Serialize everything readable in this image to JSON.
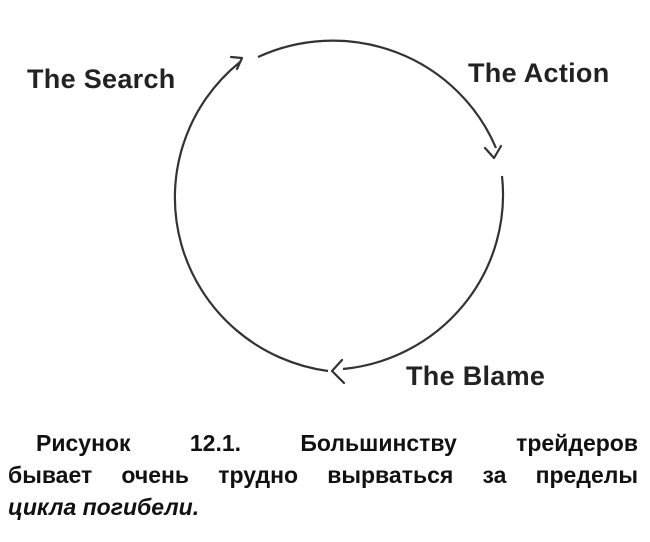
{
  "diagram": {
    "nodes": [
      {
        "id": "search",
        "label": "The Search"
      },
      {
        "id": "action",
        "label": "The Action"
      },
      {
        "id": "blame",
        "label": "The Blame"
      }
    ],
    "edges": [
      {
        "from": "search",
        "to": "action"
      },
      {
        "from": "action",
        "to": "blame"
      },
      {
        "from": "blame",
        "to": "search"
      }
    ],
    "stroke_color": "#333333"
  },
  "caption": {
    "line1": "Рисунок 12.1. Большинству трейдеров",
    "line2": "бывает очень трудно вырваться за пределы",
    "line3": "цикла погибели."
  }
}
